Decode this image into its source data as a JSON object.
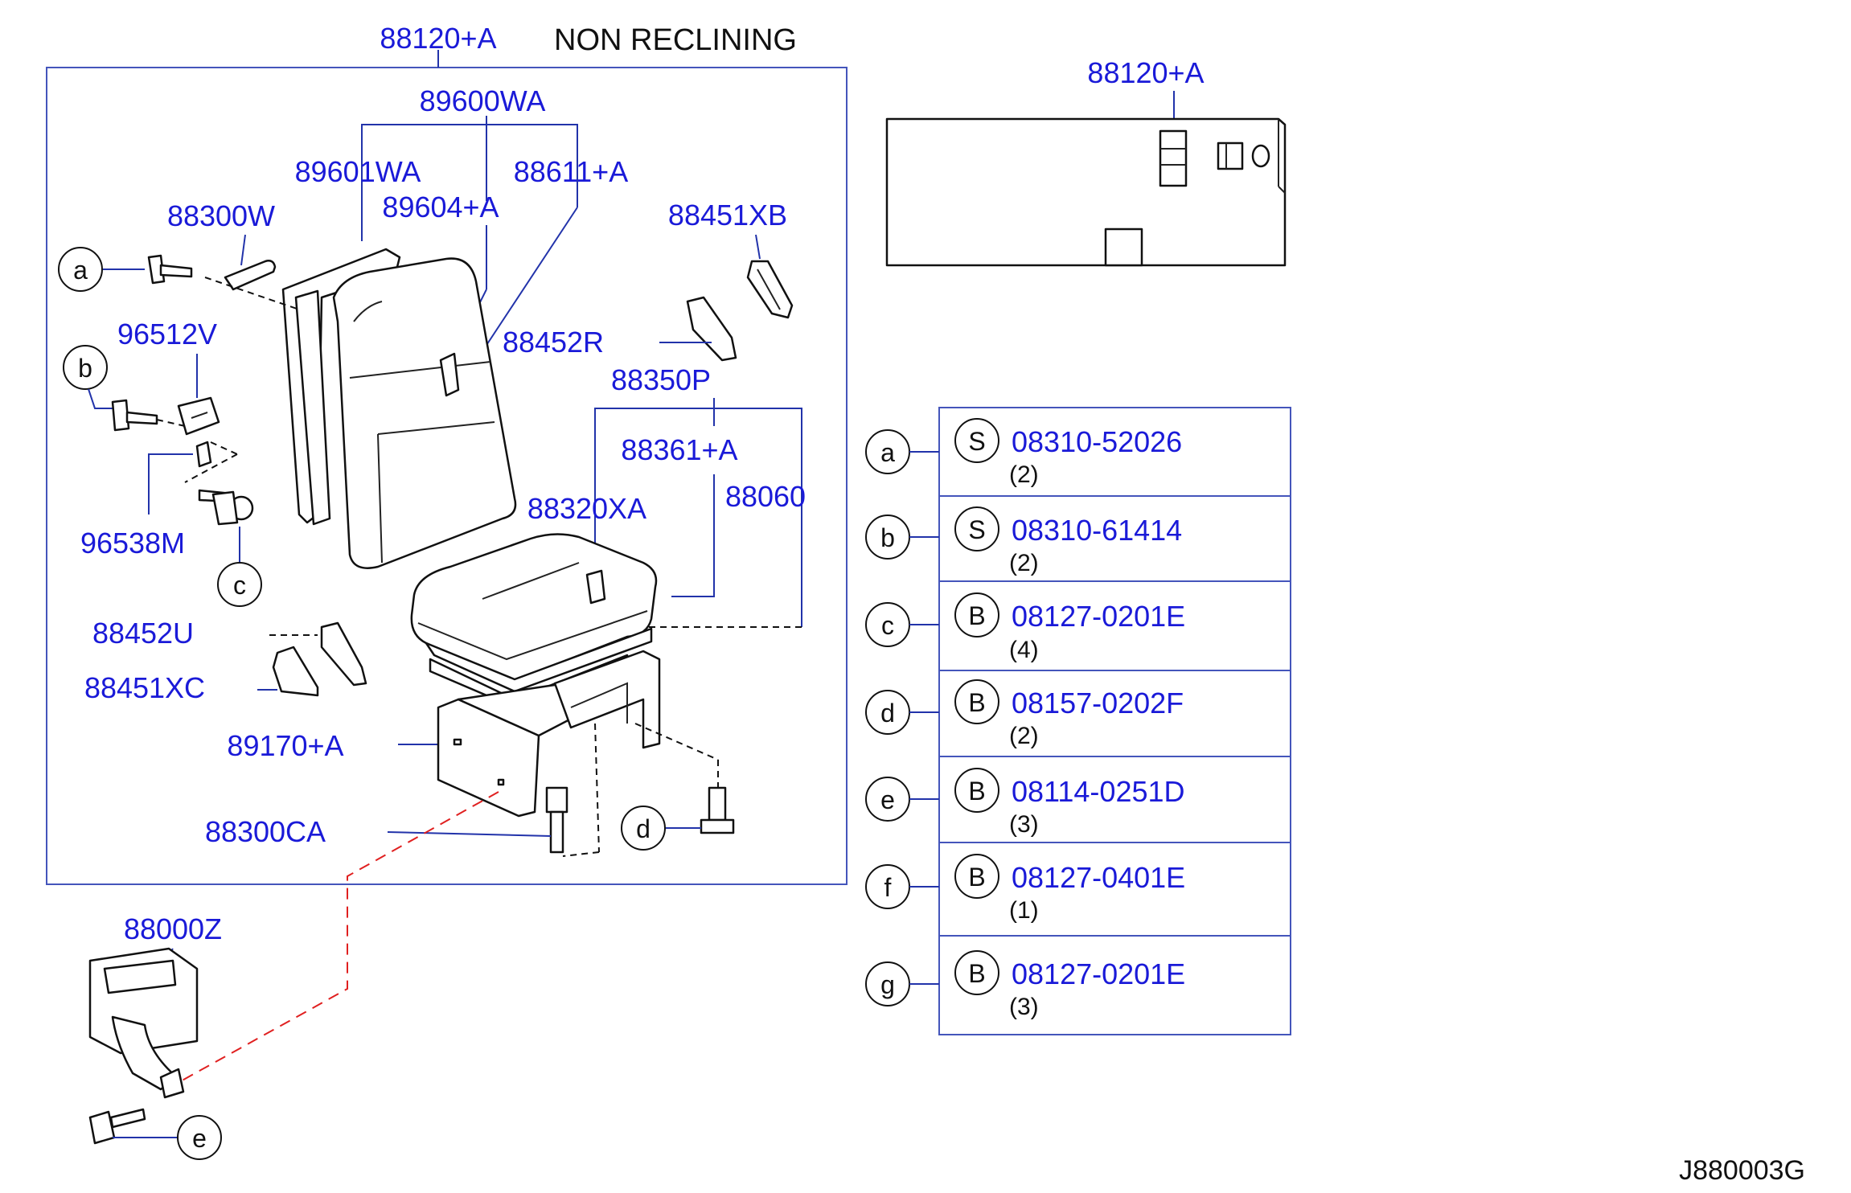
{
  "header": {
    "title": "NON  RECLINING",
    "assembly_part": "88120+A"
  },
  "parts": {
    "p89600WA": "89600WA",
    "p89601WA": "89601WA",
    "p88611A": "88611+A",
    "p89604A": "89604+A",
    "p88300W": "88300W",
    "p88451XB": "88451XB",
    "p96512V": "96512V",
    "p88452R": "88452R",
    "p88350P": "88350P",
    "p88361A": "88361+A",
    "p88060": "88060",
    "p88320XA": "88320XA",
    "p96538M": "96538M",
    "p88452U": "88452U",
    "p88451XC": "88451XC",
    "p89170A": "89170+A",
    "p88300CA": "88300CA",
    "p88000Z": "88000Z"
  },
  "inset": {
    "part": "88120+A"
  },
  "callouts": {
    "a": "a",
    "b": "b",
    "c": "c",
    "d": "d",
    "e": "e"
  },
  "fastener_table": [
    {
      "ref": "a",
      "type": "S",
      "part": "08310-52026",
      "qty": "(2)"
    },
    {
      "ref": "b",
      "type": "S",
      "part": "08310-61414",
      "qty": "(2)"
    },
    {
      "ref": "c",
      "type": "B",
      "part": "08127-0201E",
      "qty": "(4)"
    },
    {
      "ref": "d",
      "type": "B",
      "part": "08157-0202F",
      "qty": "(2)"
    },
    {
      "ref": "e",
      "type": "B",
      "part": "08114-0251D",
      "qty": "(3)"
    },
    {
      "ref": "f",
      "type": "B",
      "part": "08127-0401E",
      "qty": "(1)"
    },
    {
      "ref": "g",
      "type": "B",
      "part": "08127-0201E",
      "qty": "(3)"
    }
  ],
  "footer": {
    "diagram_code": "J880003G"
  },
  "colors": {
    "part_number": "#1a1ad8",
    "leader_red": "#e02020",
    "table_border": "#4455bb"
  }
}
